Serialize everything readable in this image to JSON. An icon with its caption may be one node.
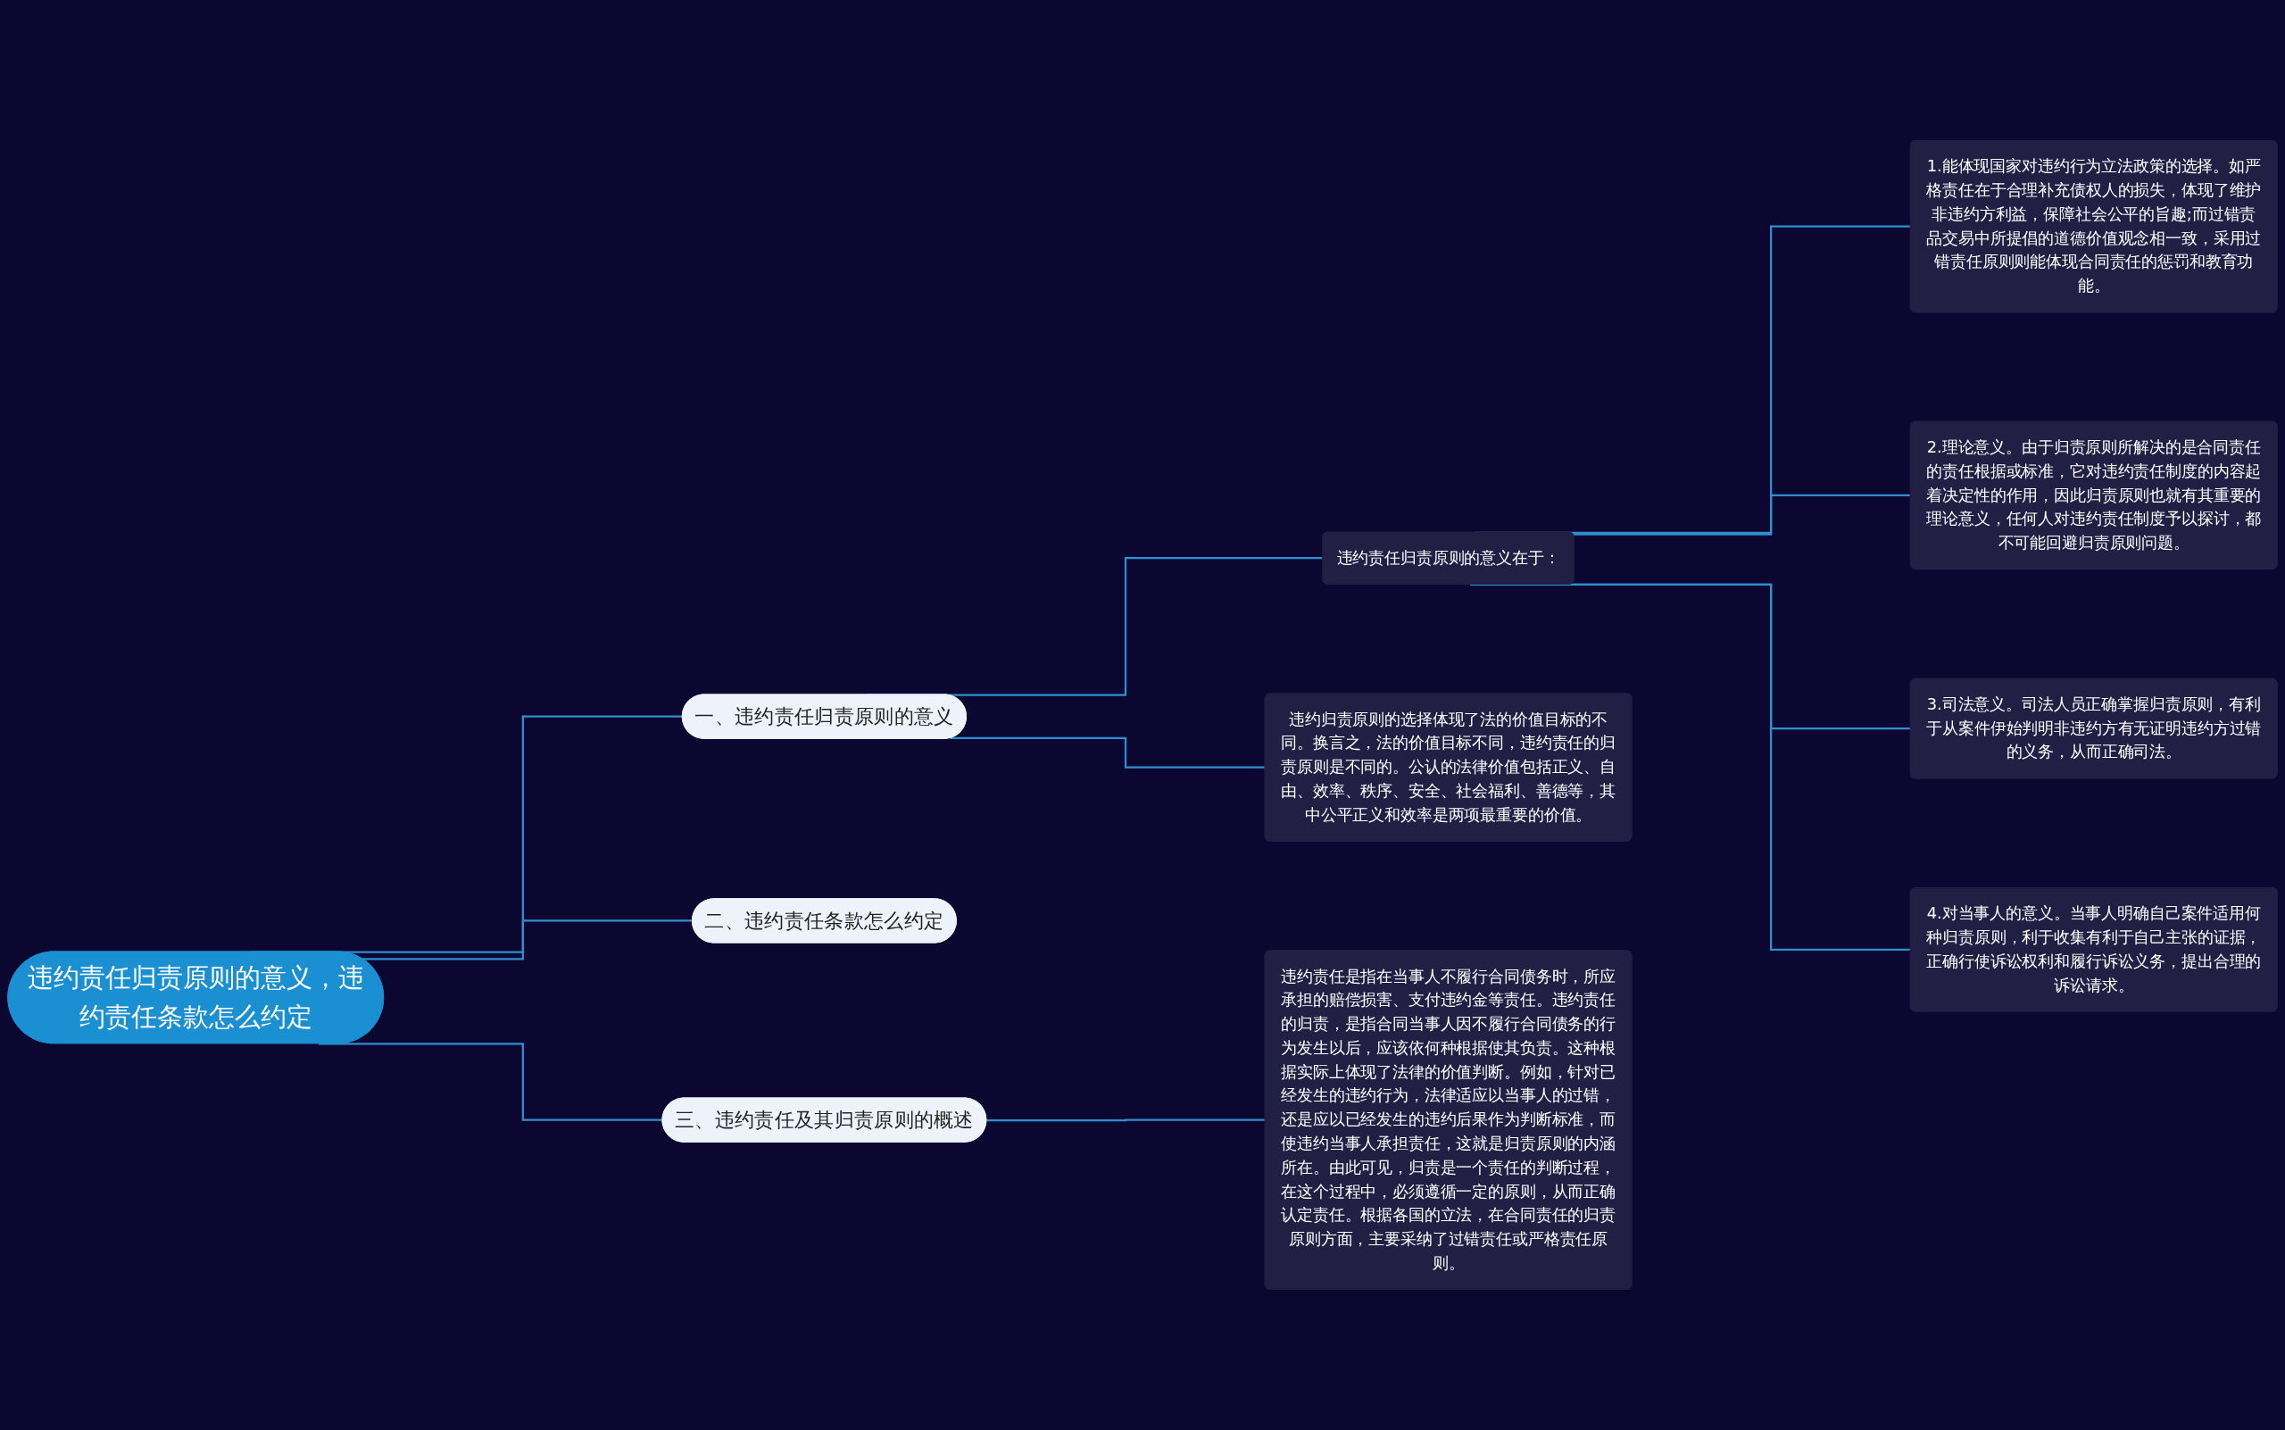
{
  "diagram": {
    "nodes": [
      {
        "text": [
          "违约责任归责原则的意义，违约责任条款怎么约定"
        ]
      },
      {
        "text": [
          "一、违约责任归责原则的意义"
        ]
      },
      {
        "text": [
          "违约责任归责原则的意义在于："
        ]
      },
      {
        "text": [
          "1.能体现国家对违约行为立法政策的选择。如严格责任在于合理补充债权人的损失，体现了维护非违约方利益，保障社会公平的旨趣;而过错责品交易中所提倡的道德价值观念相一致，采用过错责任原则则能体现合同责任的惩罚和教育功能。"
        ]
      },
      {
        "text": [
          "2.理论意义。由于归责原则所解决的是合同责任的责任根据或标准，它对违约责任制度的内容起着决定性的作用，因此归责原则也就有其重要的理论意义，任何人对违约责任制度予以探讨，都不可能回避归责原则问题。"
        ]
      },
      {
        "text": [
          "3.司法意义。司法人员正确掌握归责原则，有利于从案件伊始判明非违约方有无证明违约方过错的义务，从而正确司法。"
        ]
      },
      {
        "text": [
          "4.对当事人的意义。当事人明确自己案件适用何种归责原则，利于收集有利于自己主张的证据，正确行使诉讼权利和履行诉讼义务，提出合理的诉讼请求。"
        ]
      },
      {
        "text": [
          "违约归责原则的选择体现了法的价值目标的不同。换言之，法的价值目标不同，违约责任的归责原则是不同的。公认的法律价值包括正义、自由、效率、秩序、安全、社会福利、善德等，其中公平正义和效率是两项最重要的价值。"
        ]
      },
      {
        "text": [
          "二、违约责任条款怎么约定"
        ]
      },
      {
        "text": [
          "三、违约责任及其归责原则的概述"
        ]
      },
      {
        "text": [
          "违约责任是指在当事人不履行合同债务时，所应承担的赔偿损害、支付违约金等责任。违约责任的归责，是指合同当事人因不履行合同债务的行为发生以后，应该依何种根据使其负责。这种根据实际上体现了法律的价值判断。例如，针对已经发生的违约行为，法律适应以当事人的过错，还是应以已经发生的违约后果作为判断标准，而使违约当事人承担责任，这就是归责原则的内涵所在。由此可见，归责是一个责任的判断过程，在这个过程中，必须遵循一定的原则，从而正确认定责任。根据各国的立法，在合同责任的归责原则方面，主要采纳了过错责任或严格责任原则。"
        ]
      }
    ],
    "edges": [
      {
        "from": 0,
        "to": 1,
        "arrow": "none"
      },
      {
        "from": 1,
        "to": 2,
        "arrow": "none"
      },
      {
        "from": 2,
        "to": 3,
        "arrow": "none"
      },
      {
        "from": 2,
        "to": 4,
        "arrow": "none"
      },
      {
        "from": 2,
        "to": 5,
        "arrow": "none"
      },
      {
        "from": 2,
        "to": 6,
        "arrow": "none"
      },
      {
        "from": 1,
        "to": 7,
        "arrow": "none"
      },
      {
        "from": 0,
        "to": 8,
        "arrow": "none"
      },
      {
        "from": 0,
        "to": 9,
        "arrow": "none"
      },
      {
        "from": 9,
        "to": 10,
        "arrow": "none"
      }
    ]
  }
}
